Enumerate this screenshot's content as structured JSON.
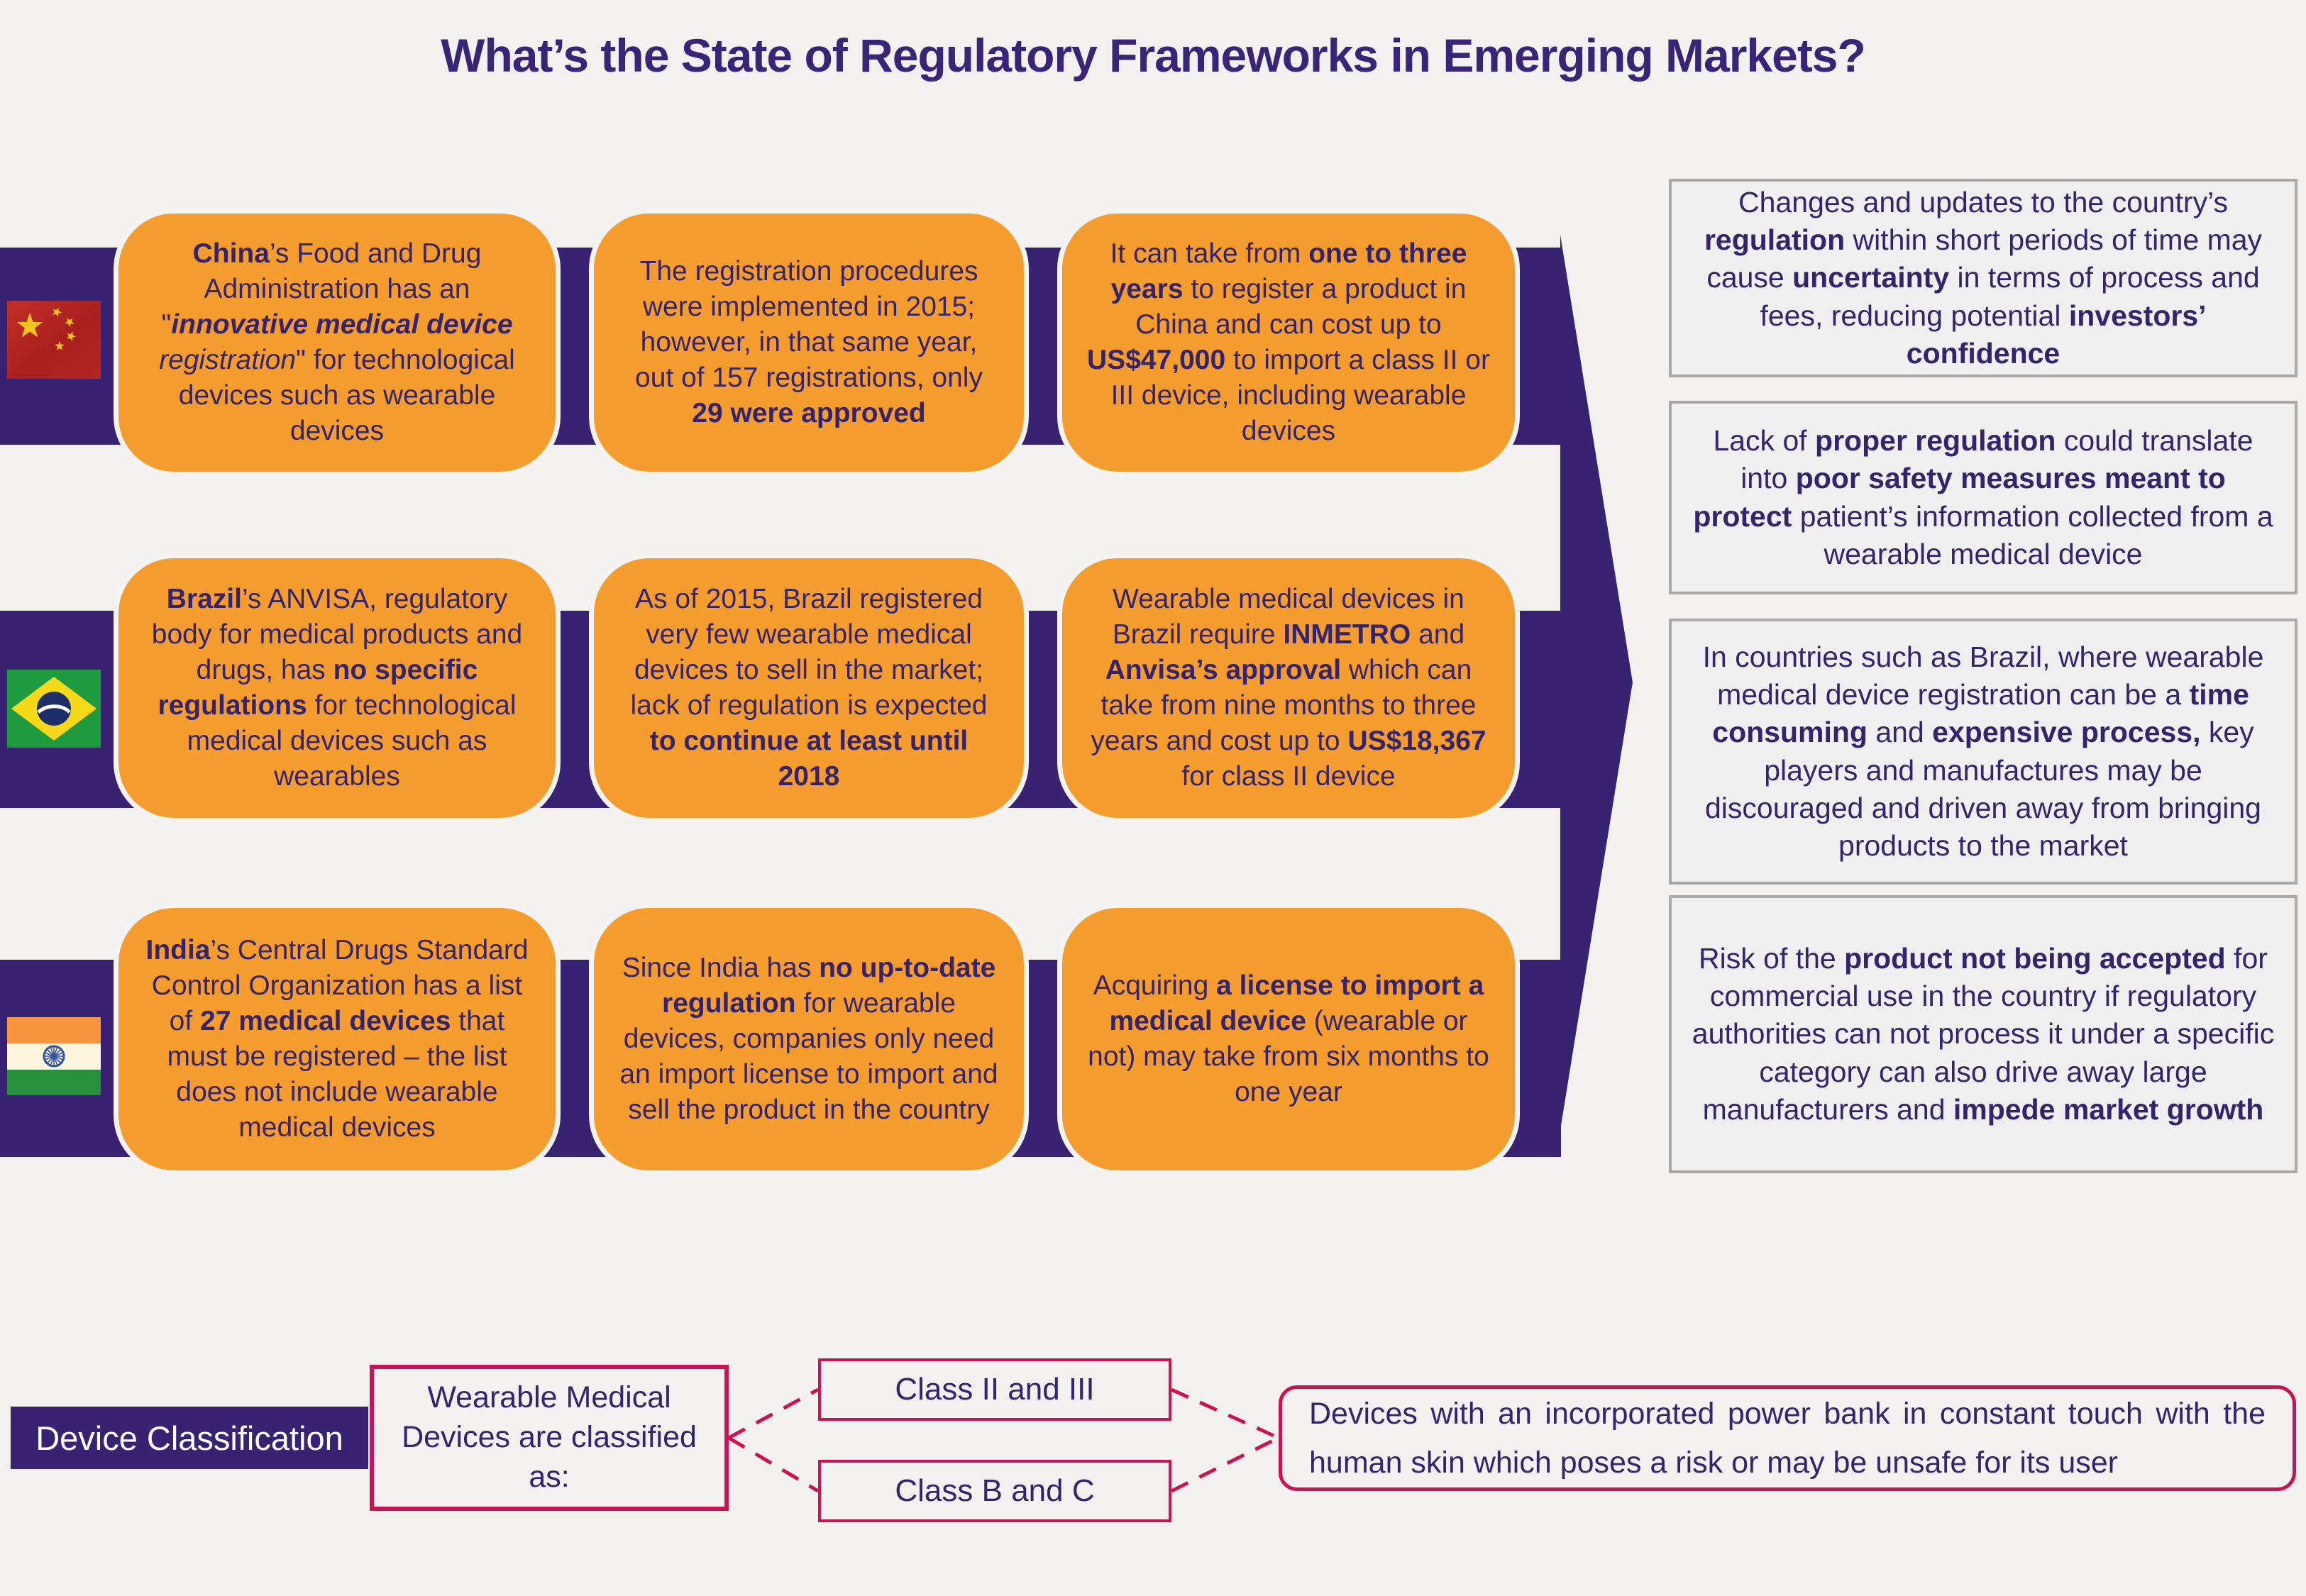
{
  "title": "What’s the State of Regulatory Frameworks in Emerging Markets?",
  "colors": {
    "orange_box": "#F59C2E",
    "purple": "#382272",
    "text_purple": "#35246B",
    "crimson": "#CC1254",
    "implication_border": "#A9A7A8",
    "background": "#F2F1F0"
  },
  "rows": [
    {
      "country": "China",
      "flag": "china-flag",
      "boxes": [
        {
          "segments": [
            {
              "t": "China",
              "s": "b"
            },
            {
              "t": "’s Food and Drug Administration has an \"",
              "s": ""
            },
            {
              "t": "innovative medical device",
              "s": "bi"
            },
            {
              "t": " registration",
              "s": "i"
            },
            {
              "t": "\" for technological devices such as wearable devices",
              "s": ""
            }
          ]
        },
        {
          "segments": [
            {
              "t": "The registration procedures were implemented in 2015; however, in that same year, out of 157 registrations, only ",
              "s": ""
            },
            {
              "t": "29 were approved",
              "s": "b"
            }
          ]
        },
        {
          "segments": [
            {
              "t": "It can take from ",
              "s": ""
            },
            {
              "t": "one to three years",
              "s": "b"
            },
            {
              "t": " to register a product in China and can cost up to ",
              "s": ""
            },
            {
              "t": "US$47,000",
              "s": "b"
            },
            {
              "t": " to import a class II or III device, including wearable devices",
              "s": ""
            }
          ]
        }
      ]
    },
    {
      "country": "Brazil",
      "flag": "brazil-flag",
      "boxes": [
        {
          "segments": [
            {
              "t": "Brazil",
              "s": "b"
            },
            {
              "t": "’s ANVISA, regulatory body for medical products and drugs, has ",
              "s": ""
            },
            {
              "t": "no specific regulations",
              "s": "b"
            },
            {
              "t": " for technological medical devices such as wearables",
              "s": ""
            }
          ]
        },
        {
          "segments": [
            {
              "t": "As of 2015, Brazil registered very few wearable medical devices to sell in the market; lack of regulation is expected ",
              "s": ""
            },
            {
              "t": "to continue at least until 2018",
              "s": "b"
            }
          ]
        },
        {
          "segments": [
            {
              "t": "Wearable medical devices in Brazil require ",
              "s": ""
            },
            {
              "t": "INMETRO",
              "s": "b"
            },
            {
              "t": " and ",
              "s": ""
            },
            {
              "t": "Anvisa’s approval",
              "s": "b"
            },
            {
              "t": " which can take from nine months to three years and cost up to ",
              "s": ""
            },
            {
              "t": "US$18,367",
              "s": "b"
            },
            {
              "t": " for class II device",
              "s": ""
            }
          ]
        }
      ]
    },
    {
      "country": "India",
      "flag": "india-flag",
      "boxes": [
        {
          "segments": [
            {
              "t": "India",
              "s": "b"
            },
            {
              "t": "’s Central Drugs Standard Control Organization has a list of ",
              "s": ""
            },
            {
              "t": "27 medical devices",
              "s": "b"
            },
            {
              "t": " that must be registered – the list does not include wearable medical devices",
              "s": ""
            }
          ]
        },
        {
          "segments": [
            {
              "t": "Since India has ",
              "s": ""
            },
            {
              "t": "no up-to-date regulation",
              "s": "b"
            },
            {
              "t": " for wearable devices, companies only need an import license to import and sell the product in the country",
              "s": ""
            }
          ]
        },
        {
          "segments": [
            {
              "t": "Acquiring ",
              "s": ""
            },
            {
              "t": "a license to import a medical device",
              "s": "b"
            },
            {
              "t": " (wearable or not) may take from six months to one year",
              "s": ""
            }
          ]
        }
      ]
    }
  ],
  "implications": [
    {
      "segments": [
        {
          "t": "Changes and updates to the country’s ",
          "s": ""
        },
        {
          "t": "regulation",
          "s": "b"
        },
        {
          "t": " within short periods of time may cause ",
          "s": ""
        },
        {
          "t": "uncertainty",
          "s": "b"
        },
        {
          "t": " in terms of process and fees, reducing potential ",
          "s": ""
        },
        {
          "t": "investors’ confidence",
          "s": "b"
        }
      ]
    },
    {
      "segments": [
        {
          "t": "Lack of ",
          "s": ""
        },
        {
          "t": "proper regulation",
          "s": "b"
        },
        {
          "t": " could translate into ",
          "s": ""
        },
        {
          "t": "poor safety measures meant to protect",
          "s": "b"
        },
        {
          "t": " patient’s information collected from a wearable medical device",
          "s": ""
        }
      ]
    },
    {
      "segments": [
        {
          "t": "In countries such as Brazil, where wearable medical device registration can be a ",
          "s": ""
        },
        {
          "t": "time consuming",
          "s": "b"
        },
        {
          "t": " and ",
          "s": ""
        },
        {
          "t": "expensive process,",
          "s": "b"
        },
        {
          "t": " key players and manufactures may be discouraged and driven away from bringing products to the market",
          "s": ""
        }
      ]
    },
    {
      "segments": [
        {
          "t": "Risk of the ",
          "s": ""
        },
        {
          "t": "product not being accepted",
          "s": "b"
        },
        {
          "t": " for commercial use in the country if regulatory authorities can not process it under a specific category can also drive away large manufacturers and ",
          "s": ""
        },
        {
          "t": "impede market growth",
          "s": "b"
        }
      ]
    }
  ],
  "classification": {
    "label": "Device Classification",
    "intro": "Wearable Medical Devices are classified as:",
    "classes": [
      "Class II and III",
      "Class B and C"
    ],
    "note": "Devices with an incorporated power bank in constant touch with the human skin which poses a risk or may be unsafe for its user"
  }
}
